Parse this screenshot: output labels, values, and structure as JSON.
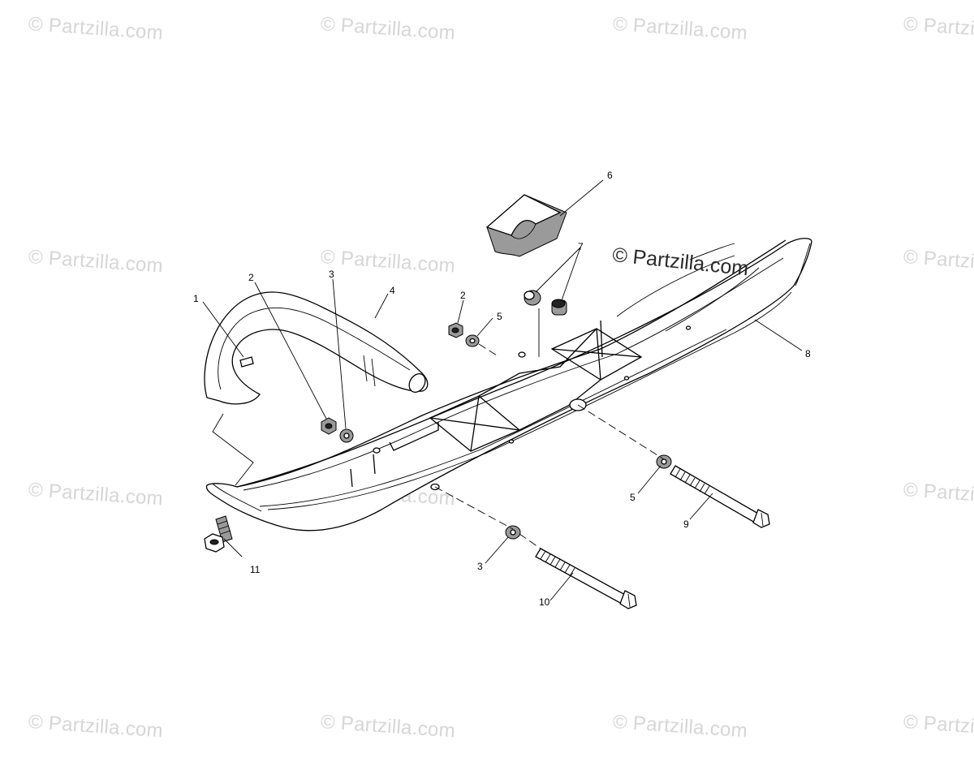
{
  "watermark": {
    "text": "© Partzilla.com"
  },
  "callouts": [
    {
      "id": "1",
      "label": "1"
    },
    {
      "id": "2a",
      "label": "2"
    },
    {
      "id": "3a",
      "label": "3"
    },
    {
      "id": "4",
      "label": "4"
    },
    {
      "id": "2b",
      "label": "2"
    },
    {
      "id": "5a",
      "label": "5"
    },
    {
      "id": "6",
      "label": "6"
    },
    {
      "id": "7",
      "label": "7"
    },
    {
      "id": "8",
      "label": "8"
    },
    {
      "id": "5b",
      "label": "5"
    },
    {
      "id": "9",
      "label": "9"
    },
    {
      "id": "3b",
      "label": "3"
    },
    {
      "id": "10",
      "label": "10"
    },
    {
      "id": "11",
      "label": "11"
    }
  ]
}
